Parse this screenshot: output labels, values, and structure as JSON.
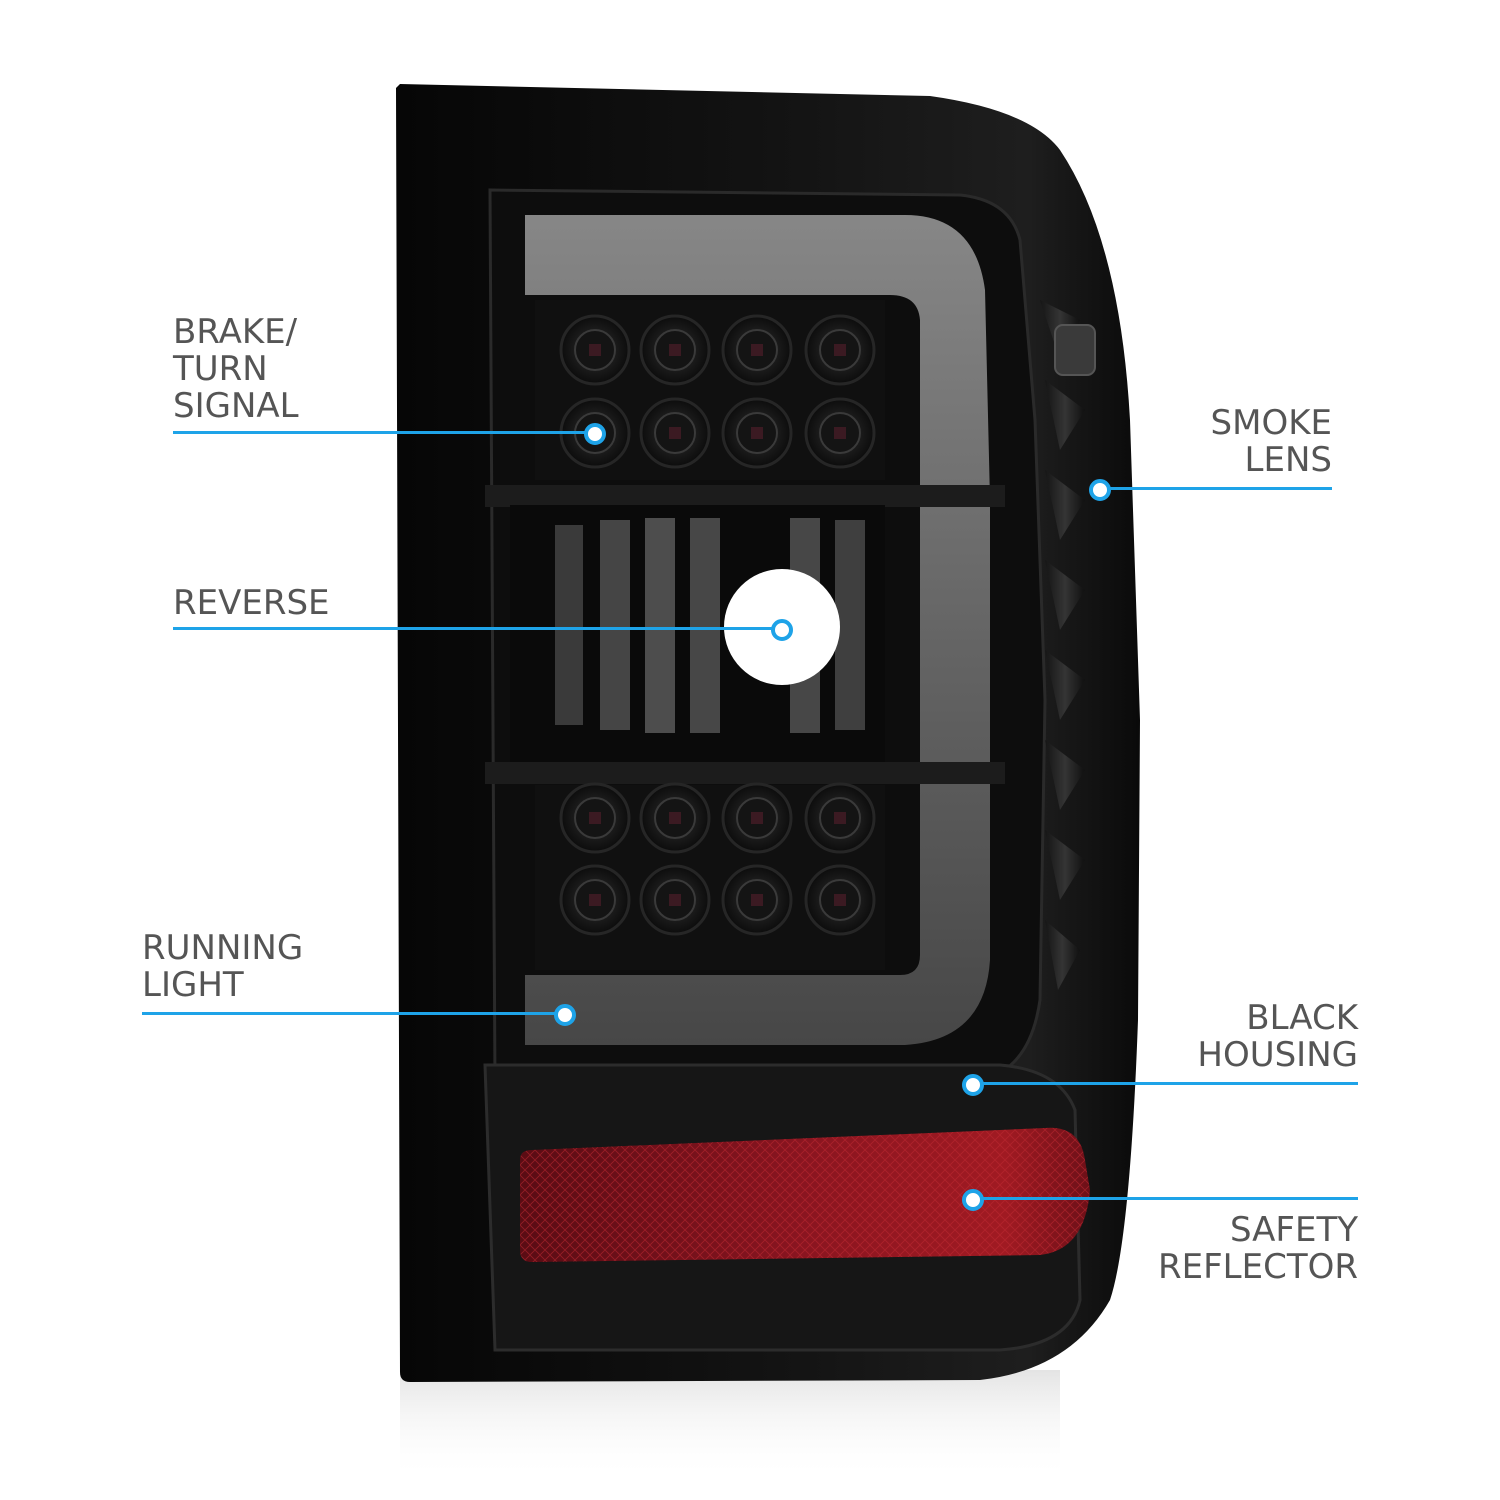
{
  "accent_color": "#1ea3e8",
  "callouts": [
    {
      "id": "brake-turn-signal",
      "lines": [
        "BRAKE/",
        "TURN",
        "SIGNAL"
      ]
    },
    {
      "id": "reverse",
      "lines": [
        "REVERSE"
      ]
    },
    {
      "id": "running-light",
      "lines": [
        "RUNNING",
        "LIGHT"
      ]
    },
    {
      "id": "smoke-lens",
      "lines": [
        "SMOKE",
        "LENS"
      ]
    },
    {
      "id": "black-housing",
      "lines": [
        "BLACK",
        "HOUSING"
      ]
    },
    {
      "id": "safety-reflector",
      "lines": [
        "SAFETY",
        "REFLECTOR"
      ]
    }
  ],
  "product_image": {
    "subject": "smoke lens LED tail light with black housing",
    "icon": "tail-light-illustration"
  }
}
